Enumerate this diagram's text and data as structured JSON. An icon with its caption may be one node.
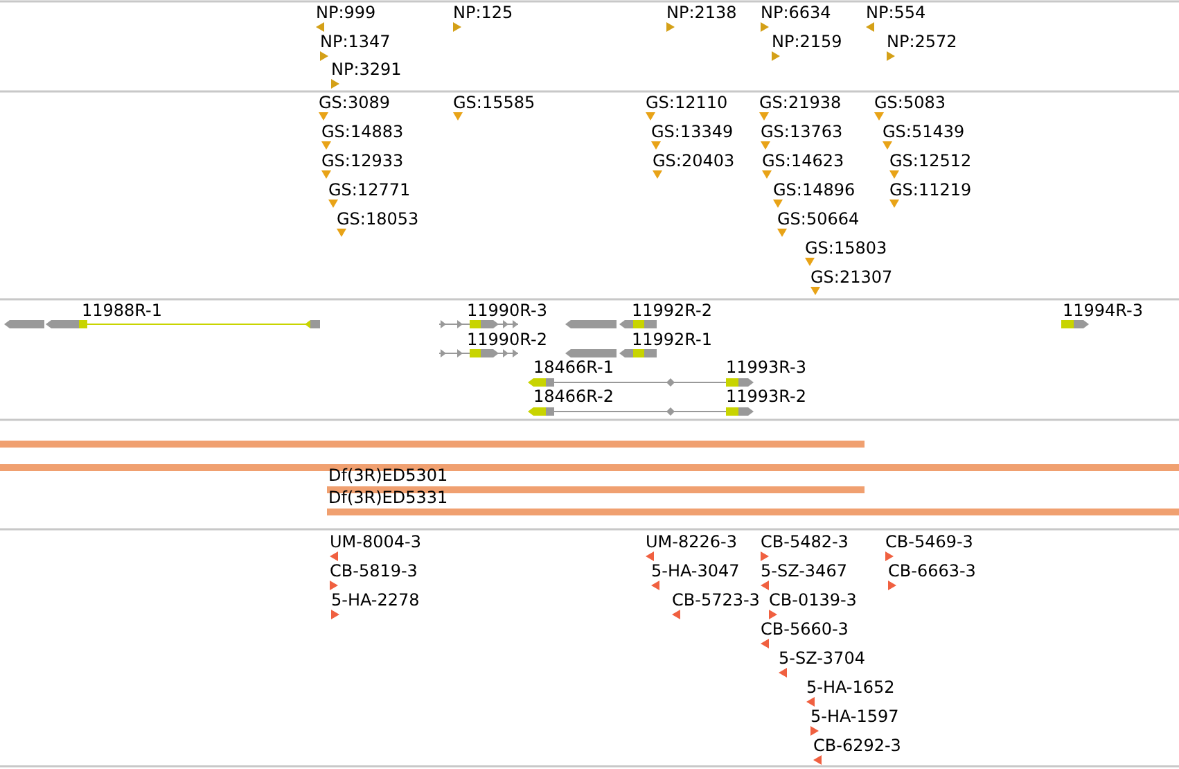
{
  "diagram": {
    "labels": [
      "NP:999",
      "NP:125",
      "NP:2138",
      "NP:6634",
      "NP:554",
      "NP:1347",
      "NP:2159",
      "NP:2572",
      "NP:3291",
      "GS:3089",
      "GS:15585",
      "GS:12110",
      "GS:21938",
      "GS:5083",
      "GS:14883",
      "GS:13349",
      "GS:13763",
      "GS:51439",
      "GS:12933",
      "GS:20403",
      "GS:14623",
      "GS:12512",
      "GS:12771",
      "GS:14896",
      "GS:11219",
      "GS:18053",
      "GS:50664",
      "GS:15803",
      "GS:21307",
      "11988R-1",
      "11990R-3",
      "11992R-2",
      "11994R-3",
      "11990R-2",
      "11992R-1",
      "18466R-1",
      "11993R-3",
      "18466R-2",
      "11993R-2",
      "Df(3R)ED5301",
      "Df(3R)ED5331",
      "UM-8004-3",
      "UM-8226-3",
      "CB-5482-3",
      "CB-5469-3",
      "CB-5819-3",
      "5-HA-3047",
      "5-SZ-3467",
      "CB-6663-3",
      "5-HA-2278",
      "CB-5723-3",
      "CB-0139-3",
      "CB-5660-3",
      "5-SZ-3704",
      "5-HA-1652",
      "5-HA-1597",
      "CB-6292-3"
    ]
  }
}
